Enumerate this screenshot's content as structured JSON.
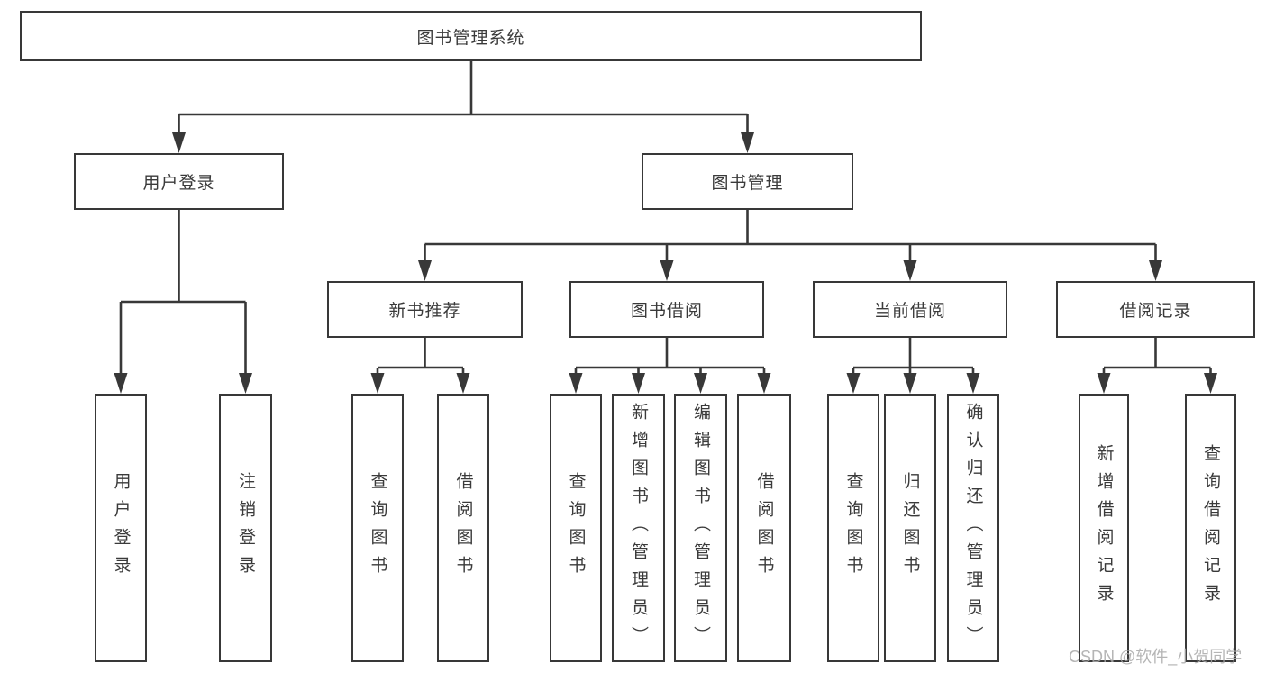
{
  "colors": {
    "line": "#383838",
    "border": "#383838",
    "box_fill": "#ffffff",
    "text": "#3a3a3a",
    "background": "#ffffff",
    "watermark": "#a9a9a9"
  },
  "watermark": "CSDN @软件_小贺同学",
  "tree": {
    "label": "图书管理系统",
    "children": [
      {
        "label": "用户登录",
        "children": [
          {
            "label": "用户登录"
          },
          {
            "label": "注销登录"
          }
        ]
      },
      {
        "label": "图书管理",
        "children": [
          {
            "label": "新书推荐",
            "children": [
              {
                "label": "查询图书"
              },
              {
                "label": "借阅图书"
              }
            ]
          },
          {
            "label": "图书借阅",
            "children": [
              {
                "label": "查询图书"
              },
              {
                "label": "新增图书（管理员）"
              },
              {
                "label": "编辑图书（管理员）"
              },
              {
                "label": "借阅图书"
              }
            ]
          },
          {
            "label": "当前借阅",
            "children": [
              {
                "label": "查询图书"
              },
              {
                "label": "归还图书"
              },
              {
                "label": "确认归还（管理员）"
              }
            ]
          },
          {
            "label": "借阅记录",
            "children": [
              {
                "label": "新增借阅记录"
              },
              {
                "label": "查询借阅记录"
              }
            ]
          }
        ]
      }
    ]
  }
}
